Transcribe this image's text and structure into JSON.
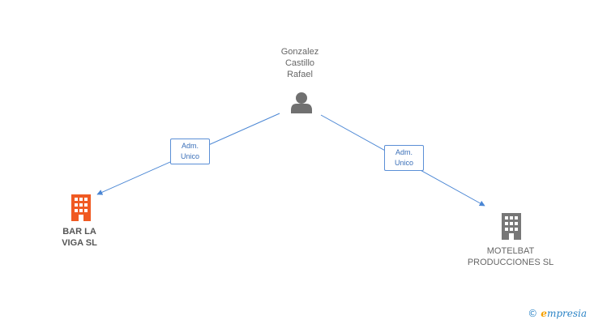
{
  "nodes": {
    "person": {
      "name_lines": [
        "Gonzalez",
        "Castillo",
        "Rafael"
      ],
      "icon": "person-icon"
    },
    "main_company": {
      "name_lines": [
        "BAR LA",
        "VIGA SL"
      ],
      "icon": "building-icon",
      "color": "#f05a22"
    },
    "company": {
      "name_lines": [
        "MOTELBAT",
        "PRODUCCIONES SL"
      ],
      "icon": "building-icon",
      "color": "#777777"
    }
  },
  "edges": [
    {
      "label_lines": [
        "Adm.",
        "Unico"
      ]
    },
    {
      "label_lines": [
        "Adm.",
        "Unico"
      ]
    }
  ],
  "colors": {
    "edge": "#4a86d4",
    "person_icon": "#707070"
  },
  "watermark": {
    "copyright": "©",
    "brand_first": "e",
    "brand_rest": "mpresia"
  }
}
